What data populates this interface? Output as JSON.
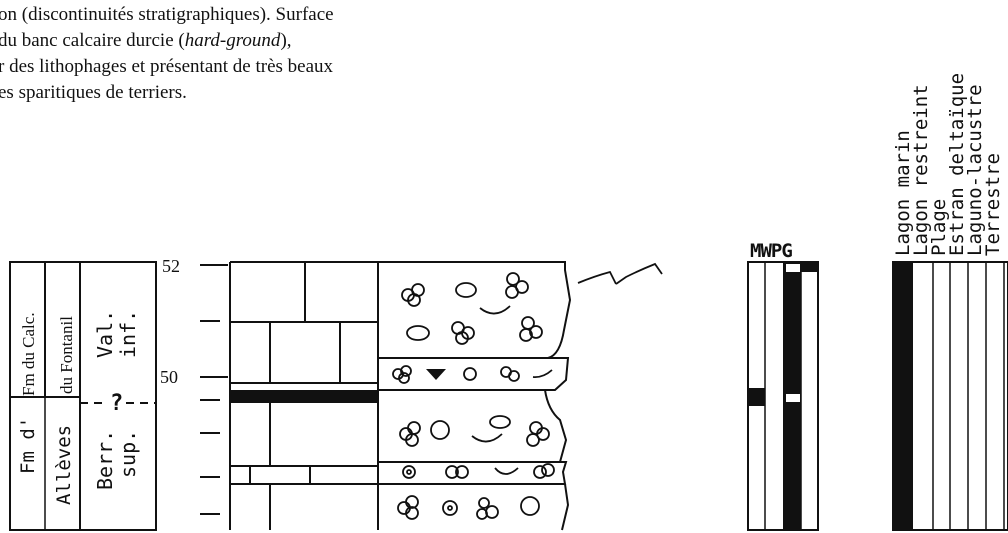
{
  "text": {
    "line1": "on (discontinuités stratigraphiques). Surface",
    "line2_a": " du banc calcaire durcie (",
    "line2_em": "hard-ground",
    "line2_b": "),",
    "line3": "r des lithophages et présentant de très beaux",
    "line4": "es sparitiques de terriers."
  },
  "strat_column": {
    "formations": [
      "Fm du Calc. du Fontanil",
      "Fm d' Allèves"
    ],
    "formation_upper_line1": "Fm du Calc.",
    "formation_upper_line2": "du Fontanil",
    "formation_lower_line1": "Fm d'",
    "formation_lower_line2": "Allèves",
    "stage_upper_line1": "Val.",
    "stage_upper_line2": "inf.",
    "stage_lower_line1": "Berr.",
    "stage_lower_line2": "sup.",
    "boundary_mark": "?",
    "depth_labels": [
      "52",
      "50"
    ]
  },
  "texture_panel": {
    "header": "MWPG",
    "columns": [
      "M",
      "W",
      "P",
      "G"
    ]
  },
  "environment_panel": {
    "labels": [
      "Lagon marin",
      "Lagon restreint",
      "Plage",
      "Estran deltaïque",
      "Laguno-lacustre",
      "Terrestre"
    ]
  }
}
